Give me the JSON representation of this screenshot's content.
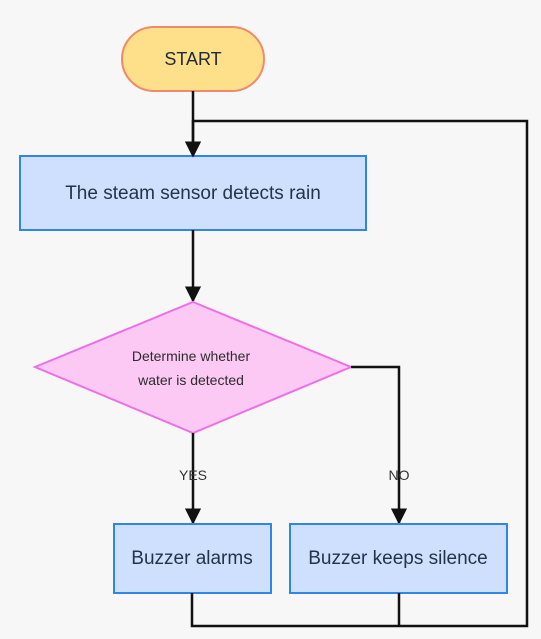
{
  "diagram": {
    "start": {
      "label": "START"
    },
    "process": {
      "label": "The steam sensor detects rain"
    },
    "decision": {
      "line1": "Determine whether",
      "line2": "water is detected"
    },
    "branches": {
      "yes": "YES",
      "no": "NO"
    },
    "outcomes": {
      "left": "Buzzer alarms",
      "right": "Buzzer keeps silence"
    },
    "colors": {
      "background": "#f7f7f7",
      "start_fill": "#ffe08a",
      "start_stroke": "#f08a6a",
      "box_fill": "#cfe0ff",
      "box_stroke": "#2f86e8",
      "diamond_fill": "#fbc9f3",
      "diamond_stroke": "#ef6fe6",
      "line": "#111111"
    }
  }
}
